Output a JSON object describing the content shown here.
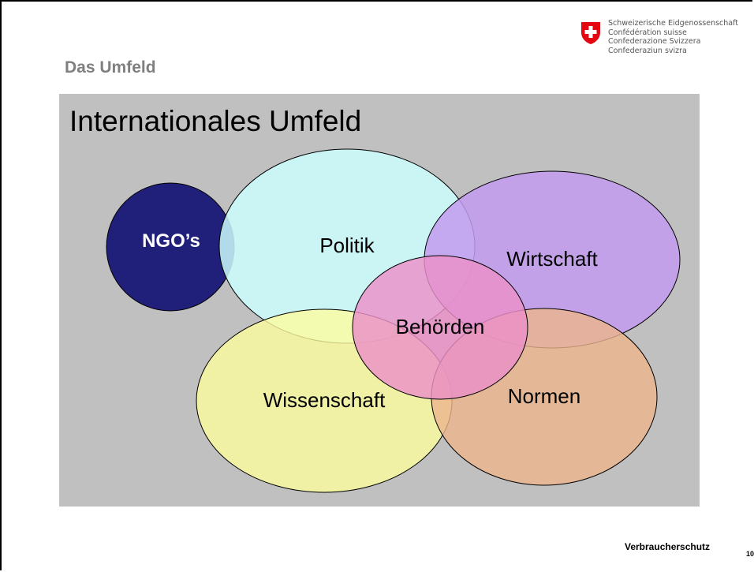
{
  "header": {
    "logo_lines": [
      "Schweizerische Eidgenossenschaft",
      "Confédération suisse",
      "Confederazione Svizzera",
      "Confederaziun svizra"
    ],
    "title": "Das Umfeld"
  },
  "panel": {
    "title": "Internationales Umfeld",
    "background": "#c0c0c0"
  },
  "venn": {
    "sets": [
      {
        "key": "ngos",
        "label": "NGO’s",
        "color": "#20207a",
        "label_color": "#ffffff"
      },
      {
        "key": "politik",
        "label": "Politik",
        "color": "#ccfdfd",
        "label_color": "#000000"
      },
      {
        "key": "wirtschaft",
        "label": "Wirtschaft",
        "color": "#c39bf0",
        "label_color": "#000000"
      },
      {
        "key": "wissenschaft",
        "label": "Wissenschaft",
        "color": "#fdfd9f",
        "label_color": "#000000"
      },
      {
        "key": "normen",
        "label": "Normen",
        "color": "#ecb58c",
        "label_color": "#000000"
      },
      {
        "key": "behoerden",
        "label": "Behörden",
        "color": "#ec90c8",
        "label_color": "#000000"
      }
    ]
  },
  "footer": {
    "label": "Verbraucherschutz",
    "page_number": "10"
  },
  "colors": {
    "title_gray": "#7f7f7f",
    "swiss_red": "#e30613"
  }
}
